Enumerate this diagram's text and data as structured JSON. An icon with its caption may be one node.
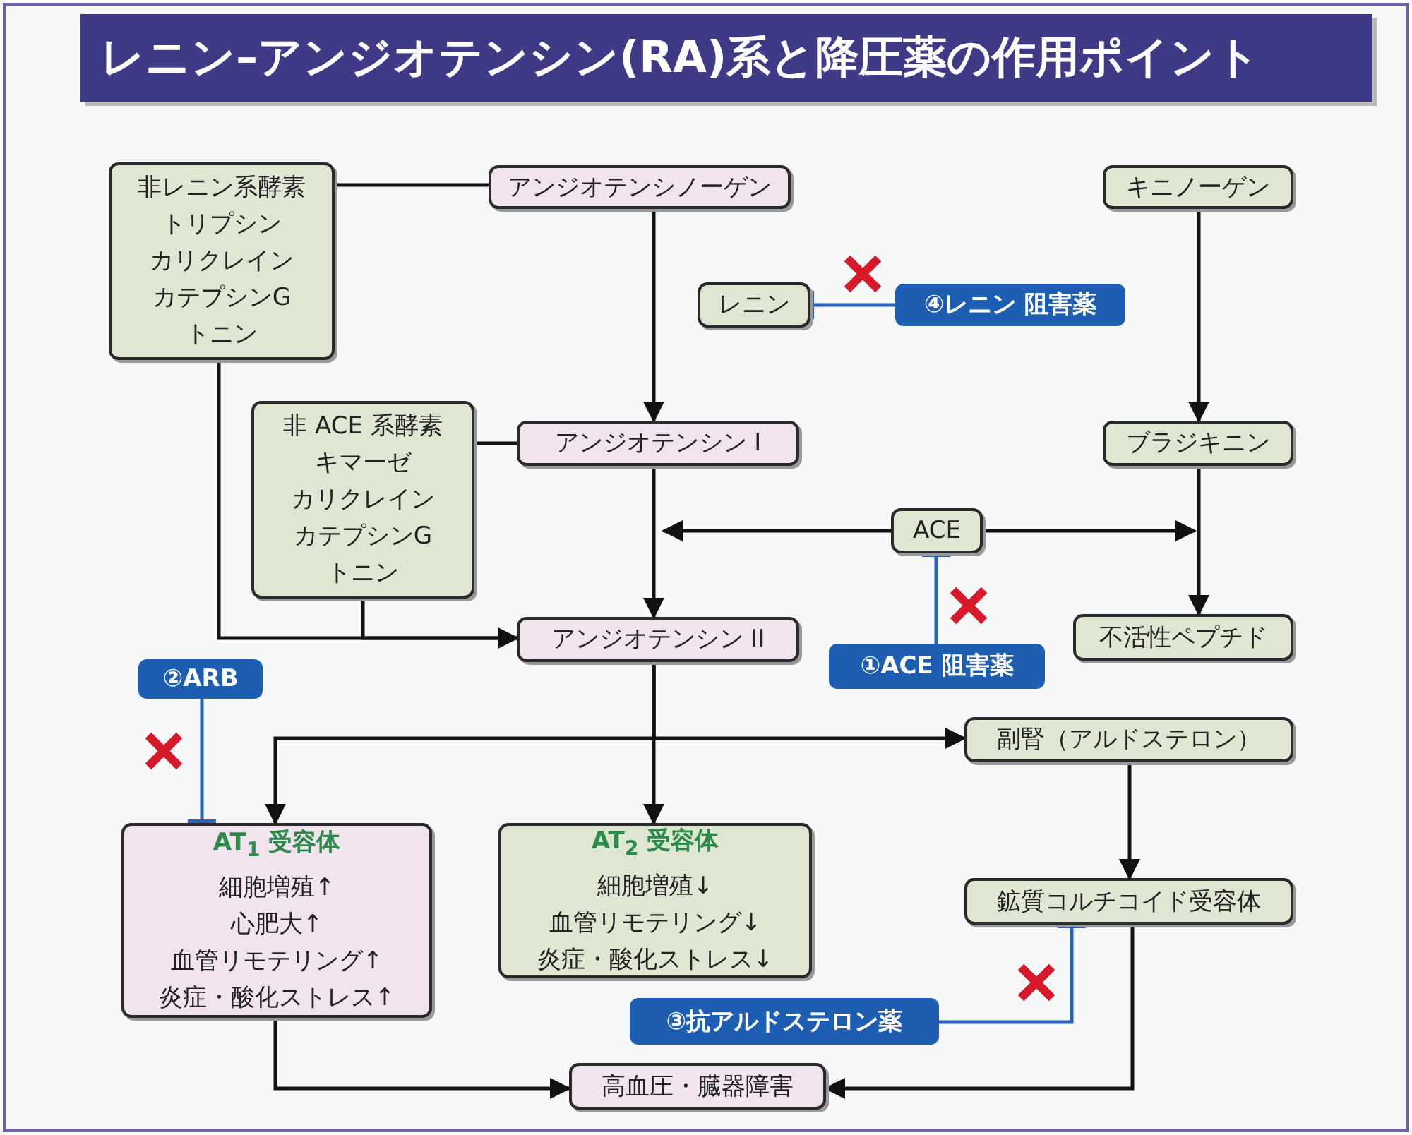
{
  "diagram": {
    "title": "レニン–アンジオテンシン(RA)系と降圧薬の作用ポイント",
    "nodes": [
      {
        "text": [
          "非レニン系酵素",
          "トリプシン",
          "カリクレイン",
          "カテプシンG",
          "トニン"
        ]
      },
      {
        "text": [
          "アンジオテンシノーゲン"
        ]
      },
      {
        "text": [
          "キニノーゲン"
        ]
      },
      {
        "text": [
          "レニン"
        ]
      },
      {
        "text": [
          "④レニン 阻害薬"
        ]
      },
      {
        "text": [
          "非 ACE 系酵素",
          "キマーゼ",
          "カリクレイン",
          "カテプシンG",
          "トニン"
        ]
      },
      {
        "text": [
          "アンジオテンシン I"
        ]
      },
      {
        "text": [
          "ブラジキニン"
        ]
      },
      {
        "text": [
          "ACE"
        ]
      },
      {
        "text": [
          "アンジオテンシン II"
        ]
      },
      {
        "text": [
          "不活性ペプチド"
        ]
      },
      {
        "text": [
          "①ACE 阻害薬"
        ]
      },
      {
        "text": [
          "②ARB"
        ]
      },
      {
        "text": [
          "副腎（アルドステロン）"
        ]
      },
      {
        "text": [
          "AT$_{1}$ 受容体",
          "細胞増殖↑",
          "心肥大↑",
          "血管リモテリング↑",
          "炎症・酸化ストレス↑"
        ]
      },
      {
        "text": [
          "AT$_{2}$ 受容体",
          "細胞増殖↓",
          "血管リモテリング↓",
          "炎症・酸化ストレス↓"
        ]
      },
      {
        "text": [
          "鉱質コルチコイド受容体"
        ]
      },
      {
        "text": [
          "③抗アルドステロン薬"
        ]
      },
      {
        "text": [
          "高血圧・臓器障害"
        ]
      }
    ],
    "edges": [
      {
        "from": 0,
        "to": 1,
        "arrow": "none"
      },
      {
        "from": 0,
        "to": 9,
        "arrow": "to"
      },
      {
        "from": 1,
        "to": 6,
        "arrow": "to"
      },
      {
        "from": 5,
        "to": 6,
        "arrow": "none"
      },
      {
        "from": 5,
        "to": 9,
        "arrow": "to"
      },
      {
        "from": 6,
        "to": 9,
        "arrow": "to"
      },
      {
        "from": 8,
        "to": null,
        "arrow": "to"
      },
      {
        "from": 8,
        "to": null,
        "arrow": "to"
      },
      {
        "from": 2,
        "to": 7,
        "arrow": "to"
      },
      {
        "from": 7,
        "to": 10,
        "arrow": "to"
      },
      {
        "from": 4,
        "to": 3,
        "arrow": "other",
        "color": "#2a62b8"
      },
      {
        "from": 11,
        "to": 8,
        "arrow": "other",
        "color": "#2a62b8"
      },
      {
        "from": 12,
        "to": 14,
        "arrow": "other",
        "color": "#2a62b8"
      },
      {
        "from": 17,
        "to": 16,
        "arrow": "other",
        "color": "#2a62b8"
      },
      {
        "from": 9,
        "to": 15,
        "arrow": "to"
      },
      {
        "from": 9,
        "to": 14,
        "arrow": "to"
      },
      {
        "from": 9,
        "to": 13,
        "arrow": "to"
      },
      {
        "from": 13,
        "to": 16,
        "arrow": "to"
      },
      {
        "from": 14,
        "to": 18,
        "arrow": "to"
      },
      {
        "from": 16,
        "to": 18,
        "arrow": "to"
      }
    ]
  }
}
